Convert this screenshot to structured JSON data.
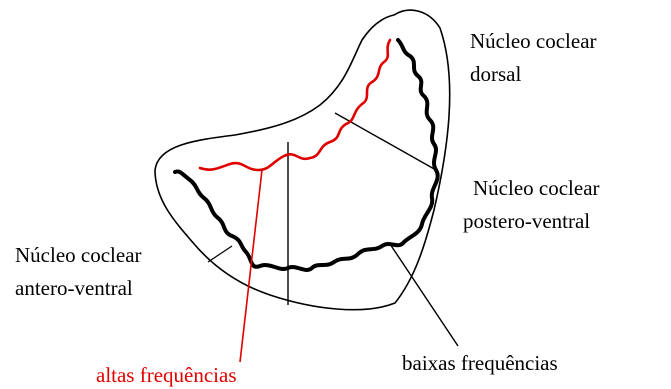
{
  "labels": {
    "dorsal": [
      "Núcleo coclear",
      "dorsal"
    ],
    "postero_ventral": [
      "Núcleo coclear",
      "postero-ventral"
    ],
    "antero_ventral": [
      "Núcleo coclear",
      "antero-ventral"
    ],
    "high_freq": "altas frequências",
    "low_freq": "baixas frequências"
  },
  "colors": {
    "outline": "#000000",
    "high_freq": "#e00000",
    "low_freq": "#000000"
  }
}
